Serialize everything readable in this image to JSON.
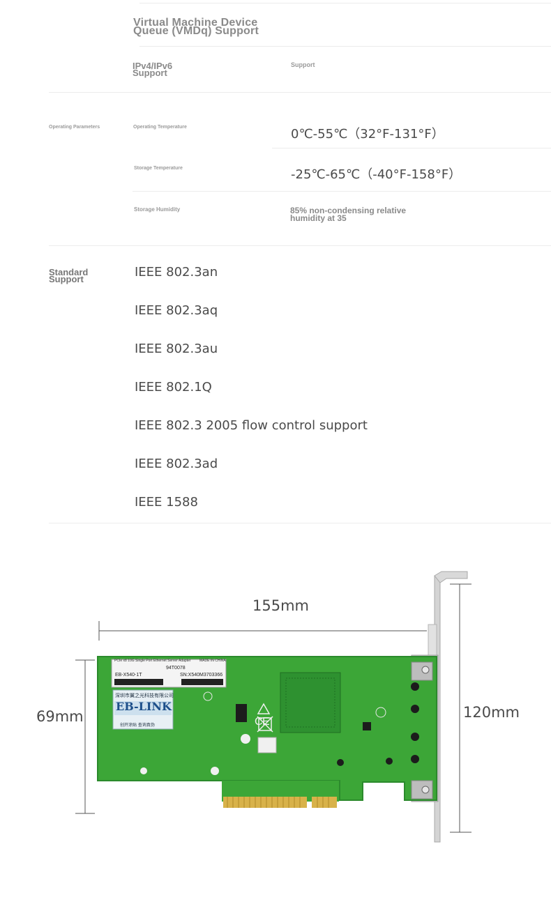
{
  "features": {
    "vmdq_label": "Virtual Machine Device\nQueue (VMDq) Support",
    "ipv_label": "IPv4/IPv6\nSupport",
    "ipv_value": "Support"
  },
  "operating": {
    "section_label": "Operating Parameters",
    "temp_label": "Operating Temperature",
    "temp_value": "0℃-55℃（32°F-131°F）",
    "storage_temp_label": "Storage Temperature",
    "storage_temp_value": "-25℃-65℃（-40°F-158°F）",
    "humidity_label": "Storage Humidity",
    "humidity_value": "85% non-condensing relative\nhumidity at 35"
  },
  "standards": {
    "section_label": "Standard\nSupport",
    "items": [
      "IEEE 802.3an",
      "IEEE 802.3aq",
      "IEEE 802.3au",
      "IEEE 802.1Q",
      "IEEE 802.3 2005 flow control support",
      "IEEE 802.3ad",
      "IEEE 1588"
    ]
  },
  "dimensions": {
    "length": "155mm",
    "height": "69mm",
    "bracket_height": "120mm"
  },
  "card": {
    "label_line1": "PCIe x8 10G Single Port Ethernet Server Adapter",
    "label_made": "MADE IN CHINA",
    "label_code": "94T0078",
    "model": "EB-X540-1T",
    "serial": "SN:X540M3703366",
    "brand": "EB-LINK",
    "brand_company": "深圳市翼之光科技有限公司",
    "brand_slogan": "创开涂贴  查询真伪"
  },
  "colors": {
    "pcb": "#3ca637",
    "pcb_edge": "#2b8a2c",
    "gold": "#d8b24a",
    "bracket": "#c8c8c8"
  }
}
